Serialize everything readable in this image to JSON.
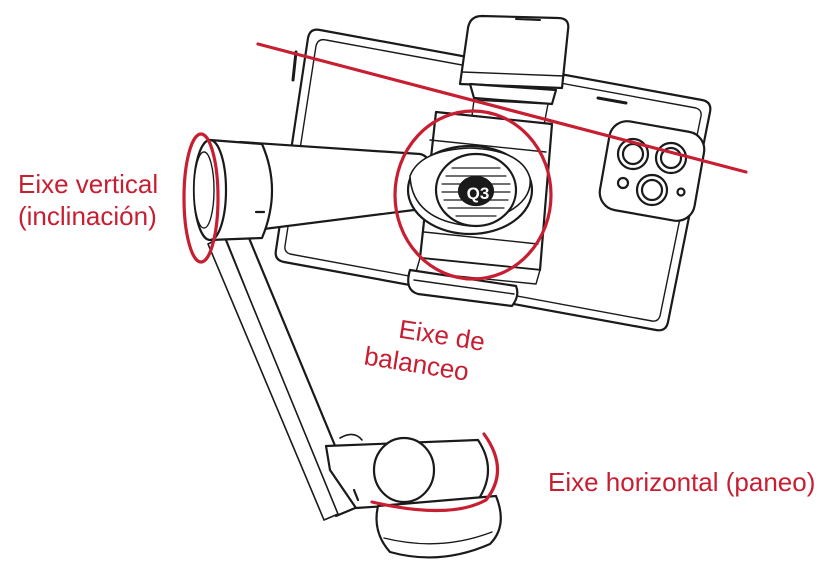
{
  "colors": {
    "accent": "#c81e32",
    "line": "#1a1a1a",
    "fill": "#ffffff"
  },
  "labels": {
    "tilt_axis": {
      "line1": "Eixe vertical",
      "line2": "(inclinación)"
    },
    "roll_axis": {
      "line1": "Eixe de",
      "line2": "balanceo"
    },
    "pan_axis": "Eixe horizontal (paneo)"
  },
  "device": {
    "logo": "Q3",
    "icons": [
      "phone-icon",
      "camera-module-icon",
      "phone-clamp-icon",
      "gimbal-arm-icon",
      "handle-icon"
    ]
  }
}
